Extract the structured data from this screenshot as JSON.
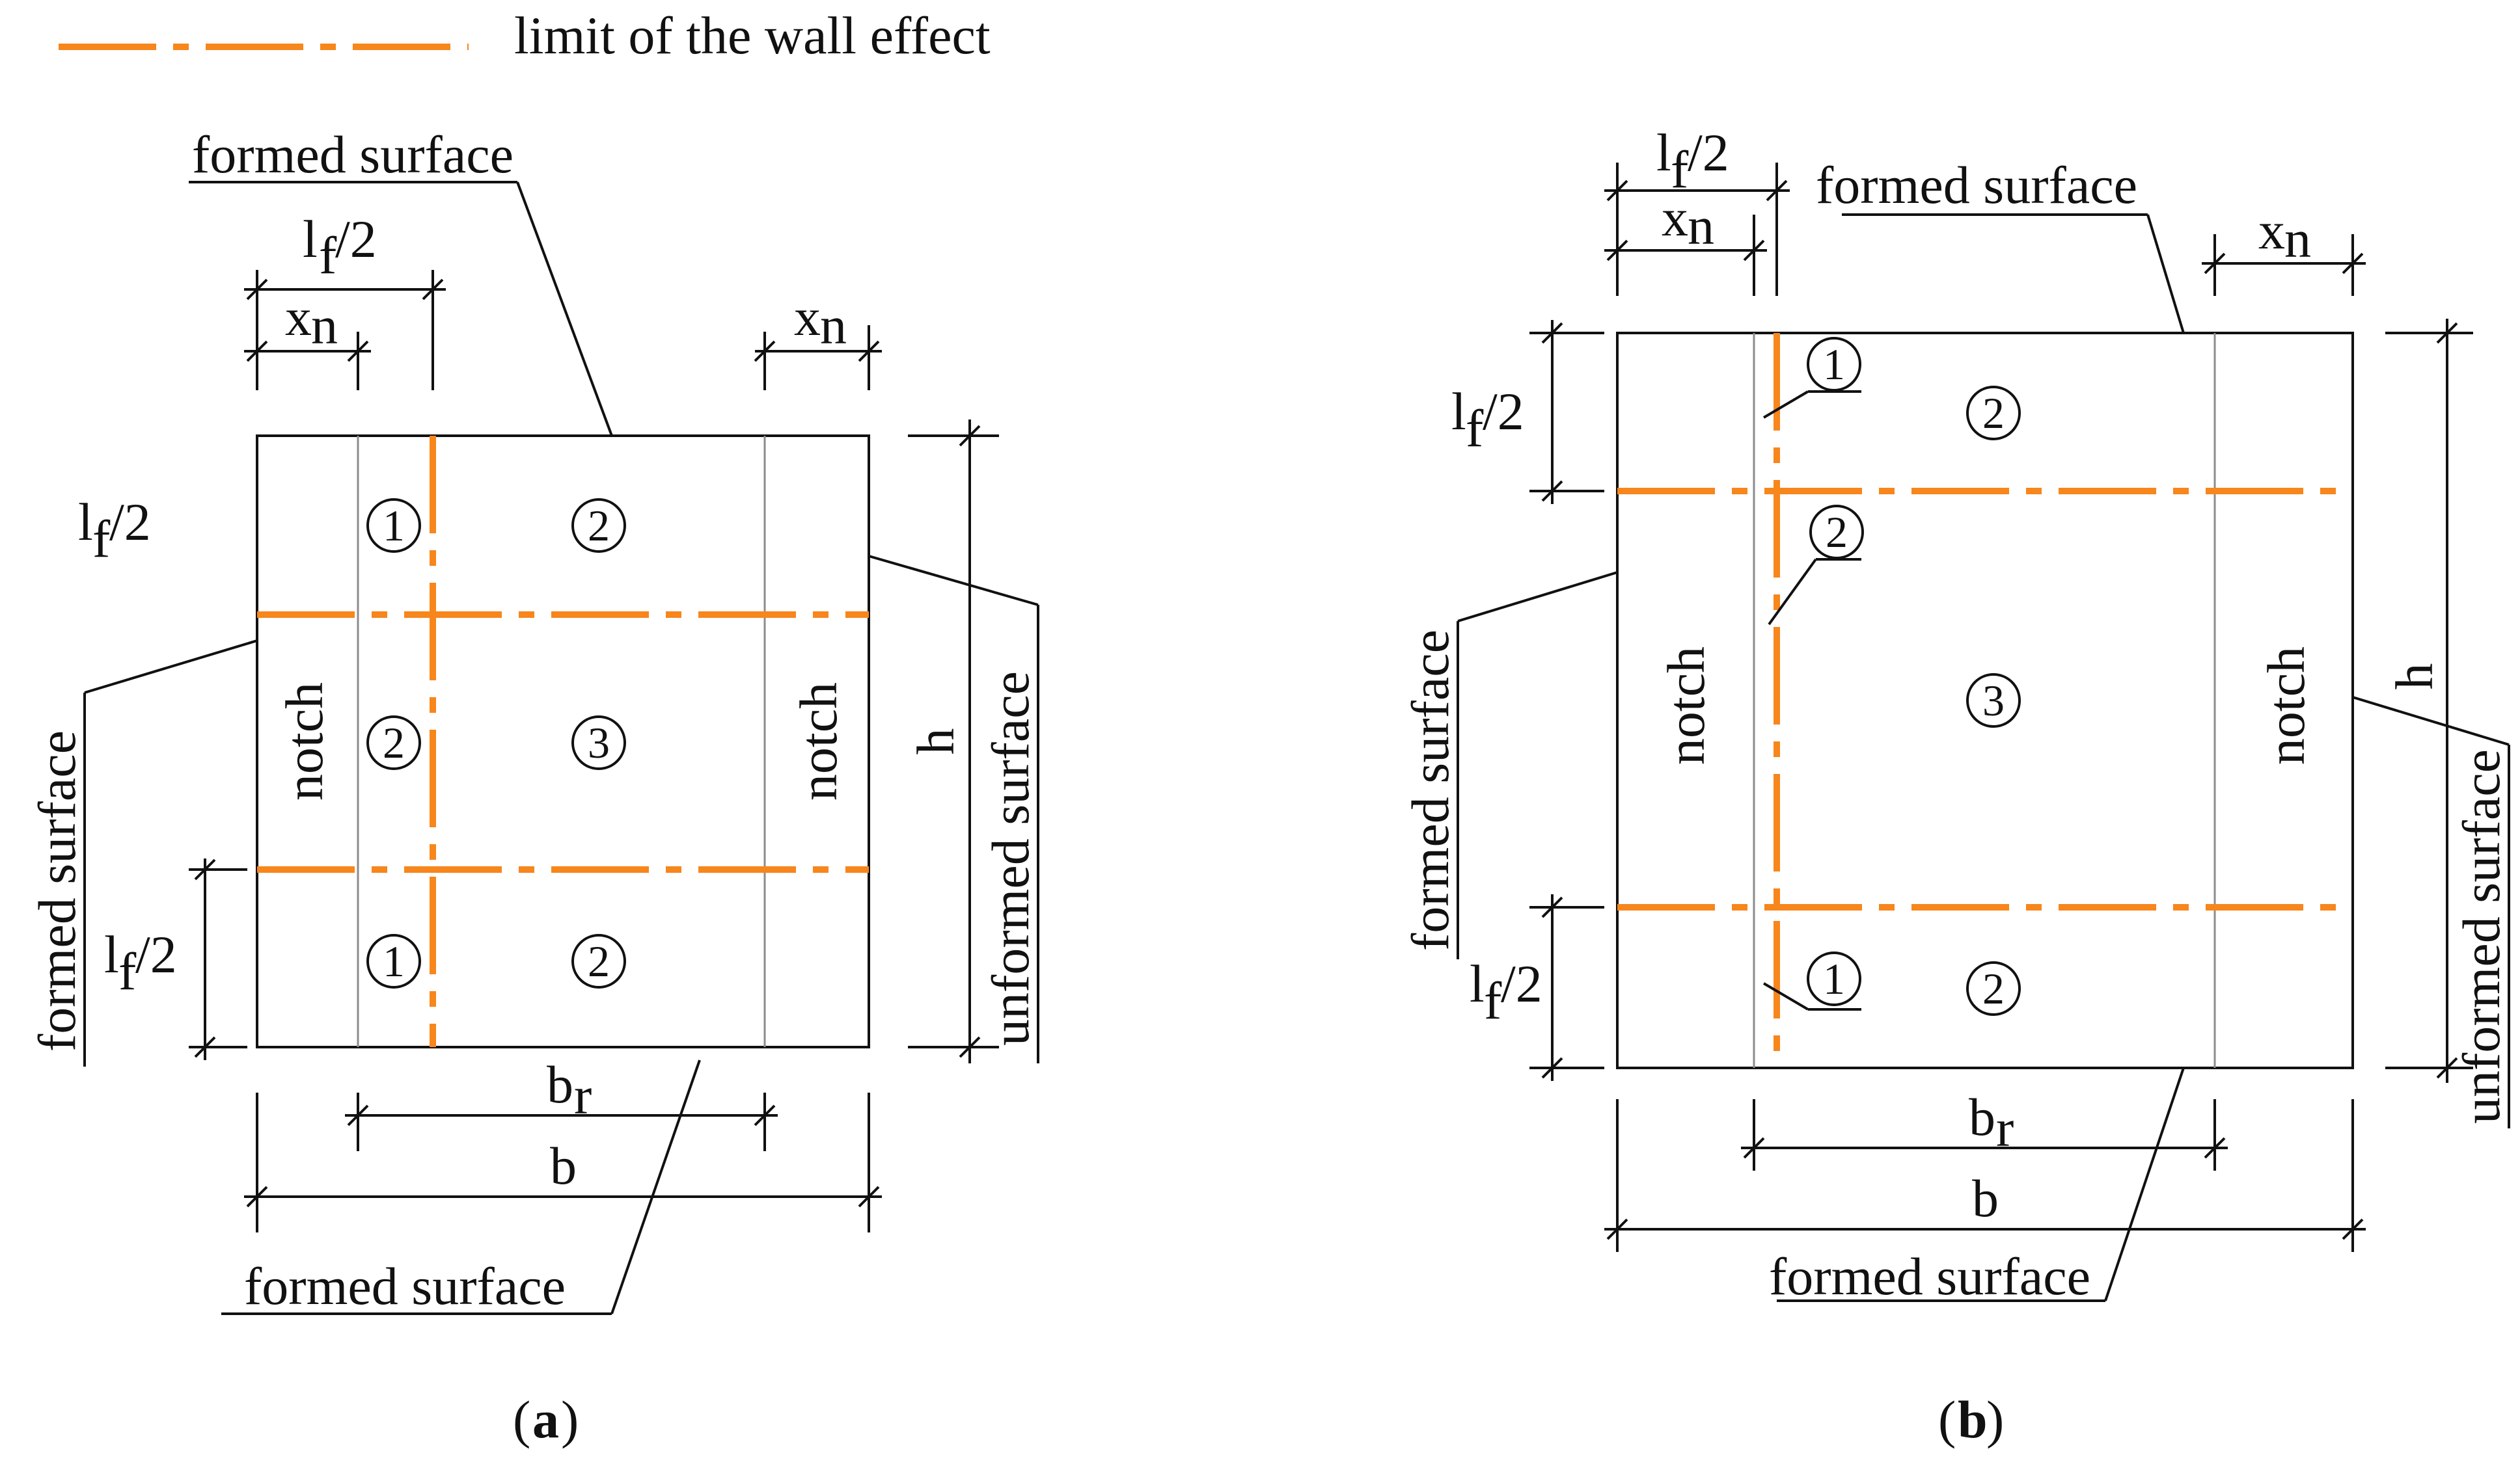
{
  "legend": {
    "label": "limit of the wall effect",
    "color": "#f7861c"
  },
  "colors": {
    "line": "#111111",
    "thin_grey": "#8c8c8c",
    "wall_limit": "#f7861c"
  },
  "panel_a": {
    "caption_open": "(",
    "caption_letter": "a",
    "caption_close": ")",
    "formed_top": "formed surface",
    "formed_left": "formed surface",
    "formed_bottom": "formed surface",
    "unformed_right": "unformed surface",
    "dim_lf2_top": "l",
    "dim_lf2_top_sub": "f",
    "dim_lf2_top_rest": "/2",
    "dim_xn_left": "x",
    "dim_xn_left_sub": "n",
    "dim_xn_right": "x",
    "dim_xn_right_sub": "n",
    "dim_lf2_left_top": "l",
    "dim_lf2_left_top_sub": "f",
    "dim_lf2_left_top_rest": "/2",
    "dim_lf2_left_bottom": "l",
    "dim_lf2_left_bottom_sub": "f",
    "dim_lf2_left_bottom_rest": "/2",
    "dim_h": "h",
    "dim_br": "b",
    "dim_br_sub": "r",
    "dim_b": "b",
    "notch_left": "notch",
    "notch_right": "notch",
    "zone_1_top": "1",
    "zone_2_top": "2",
    "zone_2_mid": "2",
    "zone_3_mid": "3",
    "zone_1_bot": "1",
    "zone_2_bot": "2"
  },
  "panel_b": {
    "caption_open": "(",
    "caption_letter": "b",
    "caption_close": ")",
    "formed_top": "formed surface",
    "formed_left": "formed surface",
    "formed_bottom": "formed surface",
    "unformed_right": "unformed surface",
    "dim_lf2_top": "l",
    "dim_lf2_top_sub": "f",
    "dim_lf2_top_rest": "/2",
    "dim_xn_left": "x",
    "dim_xn_left_sub": "n",
    "dim_xn_right": "x",
    "dim_xn_right_sub": "n",
    "dim_lf2_left_top": "l",
    "dim_lf2_left_top_sub": "f",
    "dim_lf2_left_top_rest": "/2",
    "dim_lf2_left_bottom": "l",
    "dim_lf2_left_bottom_sub": "f",
    "dim_lf2_left_bottom_rest": "/2",
    "dim_h": "h",
    "dim_br": "b",
    "dim_br_sub": "r",
    "dim_b": "b",
    "notch_left": "notch",
    "notch_right": "notch",
    "zone_2_top": "2",
    "zone_3_mid": "3",
    "zone_2_bot": "2",
    "lead_1_top": "1",
    "lead_2_mid": "2",
    "lead_1_bot": "1"
  }
}
